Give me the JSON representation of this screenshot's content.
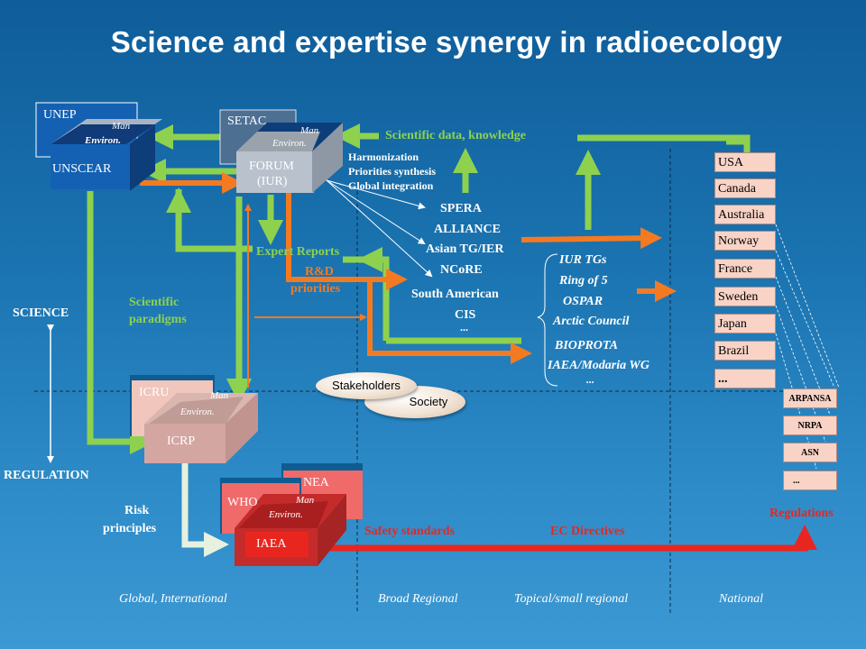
{
  "title": "Science and expertise synergy in radioecology",
  "colors": {
    "background": "#1a73b0",
    "green_arrow": "#8ed14f",
    "orange_arrow": "#f47a22",
    "red_arrow": "#e8261f",
    "white_arrow": "#e6f1e0",
    "country_box": "#f8d3c6"
  },
  "box_labels": {
    "man": "Man",
    "environ": "Environ."
  },
  "organizations": {
    "unep": "UNEP",
    "unscear": "UNSCEAR",
    "setac": "SETAC",
    "forum": "FORUM",
    "iur": "(IUR)",
    "icru": "ICRU",
    "icrp": "ICRP",
    "nea": "NEA",
    "who": "WHO",
    "iaea": "IAEA"
  },
  "labels": {
    "scientific_data": "Scientific data, knowledge",
    "harmonization": "Harmonization",
    "priorities_synthesis": "Priorities synthesis",
    "global_integration": "Global integration",
    "expert_reports": "Expert Reports",
    "rd": "R&D",
    "priorities": "priorities",
    "scientific": "Scientific",
    "paradigms": "paradigms",
    "science": "SCIENCE",
    "regulation": "REGULATION",
    "risk": "Risk",
    "principles": "principles",
    "safety_standards": "Safety standards",
    "ec_directives": "EC Directives",
    "regulations": "Regulations",
    "stakeholders": "Stakeholders",
    "society": "Society"
  },
  "regional_networks": [
    "SPERA",
    "ALLIANCE",
    "Asian TG/IER",
    "NCoRE",
    "South American",
    "CIS",
    "..."
  ],
  "topical_groups": [
    "IUR TGs",
    "Ring of 5",
    "OSPAR",
    "Arctic Council",
    "BIOPROTA",
    "IAEA/Modaria WG",
    "..."
  ],
  "countries": [
    "USA",
    "Canada",
    "Australia",
    "Norway",
    "France",
    "Sweden",
    "Japan",
    "Brazil",
    "..."
  ],
  "regulators": [
    "ARPANSA",
    "NRPA",
    "ASN",
    "..."
  ],
  "scales": [
    "Global, International",
    "Broad Regional",
    "Topical/small regional",
    "National"
  ]
}
